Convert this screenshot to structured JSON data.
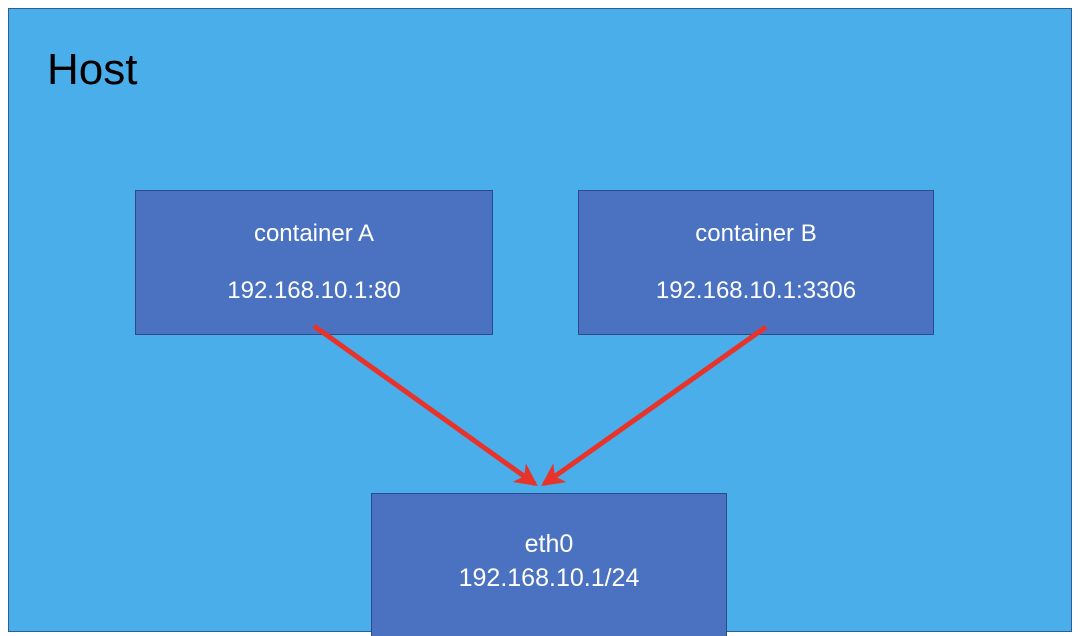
{
  "diagram": {
    "title": "Host",
    "background_color": "#4aaeea",
    "node_fill_color": "#4a72c0",
    "node_border_color": "#2d4b86",
    "arrow_color": "#e8332a",
    "title_color": "#000000",
    "node_text_color": "#ffffff",
    "nodes": [
      {
        "id": "container-a",
        "name": "container A",
        "address": "192.168.10.1:80"
      },
      {
        "id": "container-b",
        "name": "container B",
        "address": "192.168.10.1:3306"
      },
      {
        "id": "eth0",
        "name": "eth0",
        "address": "192.168.10.1/24"
      }
    ],
    "arrows": [
      {
        "id": "arrow-container-a-to-eth0",
        "from": "container A",
        "to": "eth0"
      },
      {
        "id": "arrow-container-b-to-eth0",
        "from": "container B",
        "to": "eth0"
      }
    ]
  }
}
